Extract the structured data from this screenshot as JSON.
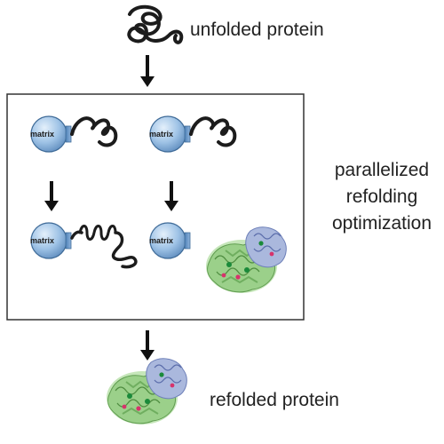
{
  "labels": {
    "unfolded": "unfolded protein",
    "refolded": "refolded protein",
    "process": [
      "parallelized",
      "refolding",
      "optimization"
    ],
    "matrix": "matrix"
  },
  "colors": {
    "bead_fill": "#9fc3e6",
    "bead_stroke": "#3f6b98",
    "linker": "#6f9ccc",
    "chain": "#1c1c1c",
    "protein_green": "#9bd08a",
    "protein_blue": "#aab8dd",
    "box_stroke": "#333333"
  },
  "icons": [
    "down-arrow-icon",
    "matrix-bead-icon",
    "unfolded-chain-icon",
    "partially-folded-chain-icon",
    "folded-protein-icon"
  ]
}
